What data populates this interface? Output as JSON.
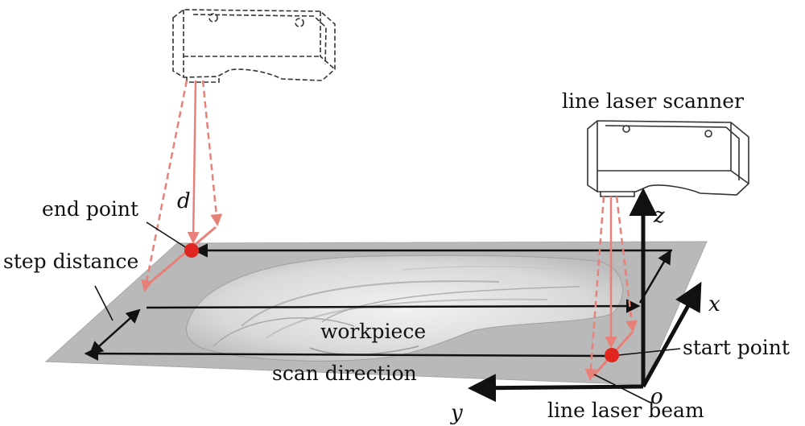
{
  "labels": {
    "end_point": "end point",
    "step_distance": "step distance",
    "d": "d",
    "workpiece": "workpiece",
    "scan_direction": "scan direction",
    "line_laser_scanner": "line laser scanner",
    "start_point": "start point",
    "line_laser_beam": "line laser beam",
    "z": "z",
    "x": "x",
    "y": "y",
    "o": "o"
  },
  "colors": {
    "plate": "#b9b9b9",
    "laser": "#e8807a",
    "point": "#e0261f",
    "arrow": "#111111"
  }
}
